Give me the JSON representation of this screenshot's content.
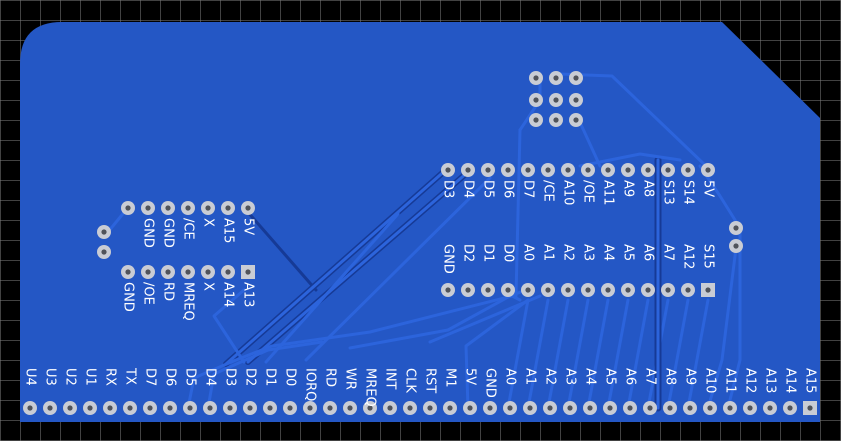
{
  "board": {
    "colors": {
      "copper": "#2457c5",
      "trace": "#2c64dc",
      "shadow": "#163a96",
      "silkscreen": "#ffffff",
      "pad": "#c9ccd4",
      "drill": "#50535a",
      "background": "#000000",
      "grid": "#787878"
    }
  },
  "header_bottom": {
    "labels": [
      "U4",
      "U3",
      "U2",
      "U1",
      "RX",
      "TX",
      "D7",
      "D6",
      "D5",
      "D4",
      "D3",
      "D2",
      "D1",
      "D0",
      "IORQ",
      "RD",
      "WR",
      "MREQ",
      "INT",
      "CLK",
      "RST",
      "M1",
      "5V",
      "GND",
      "A0",
      "A1",
      "A2",
      "A3",
      "A4",
      "A5",
      "A6",
      "A7",
      "A8",
      "A9",
      "A10",
      "A11",
      "A12",
      "A13",
      "A14",
      "A15"
    ]
  },
  "header_center": {
    "top_labels": [
      "D3",
      "D4",
      "D5",
      "D6",
      "D7",
      "/CE",
      "A10",
      "/OE",
      "A11",
      "A9",
      "A8",
      "S13",
      "S14",
      "5V"
    ],
    "bottom_labels": [
      "GND",
      "D2",
      "D1",
      "D0",
      "A0",
      "A1",
      "A2",
      "A3",
      "A4",
      "A5",
      "A6",
      "A7",
      "A12",
      "S15"
    ]
  },
  "header_left": {
    "top_labels": [
      "GND",
      "GND",
      "/CE",
      "X",
      "A15",
      "5V"
    ],
    "bottom_labels": [
      "GND",
      "/OE",
      "RD",
      "MREQ",
      "X",
      "A14",
      "A13"
    ]
  }
}
